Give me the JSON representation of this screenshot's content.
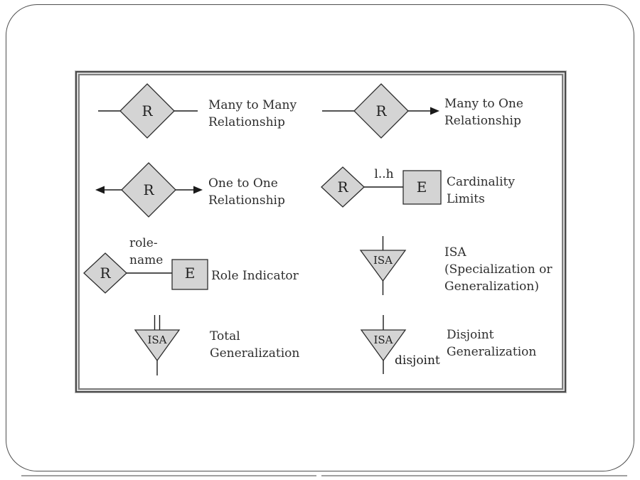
{
  "slide": {
    "background": "#ffffff",
    "border_color": "#4f4f4f"
  },
  "legend": {
    "colors": {
      "shape_fill": "#d4d4d4",
      "shape_stroke": "#2c2c2c",
      "line": "#1a1a1a",
      "text": "#2e2e2e"
    },
    "symbols": {
      "r_label": "R",
      "e_label": "E",
      "isa_label": "ISA",
      "cardinality_edge_label": "l..h",
      "role_name_label": "role-\nname",
      "disjoint_label": "disjoint"
    },
    "entries": [
      {
        "name": "many-to-many",
        "label": "Many to Many\nRelationship"
      },
      {
        "name": "many-to-one",
        "label": "Many to One\nRelationship"
      },
      {
        "name": "one-to-one",
        "label": "One to One\nRelationship"
      },
      {
        "name": "cardinality-limits",
        "label": "Cardinality\nLimits"
      },
      {
        "name": "role-indicator",
        "label": "Role Indicator"
      },
      {
        "name": "isa-specialization-generalization",
        "label": "ISA\n(Specialization or\nGeneralization)"
      },
      {
        "name": "total-generalization",
        "label": "Total\nGeneralization"
      },
      {
        "name": "disjoint-generalization",
        "label": "Disjoint\nGeneralization"
      }
    ]
  }
}
